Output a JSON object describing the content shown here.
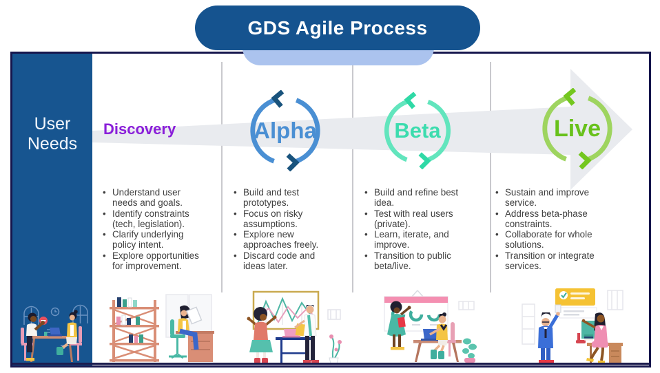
{
  "title": "GDS Agile Process",
  "sidebar": {
    "label": "User\nNeeds"
  },
  "phases": [
    {
      "name": "Discovery",
      "color": "#8a1fd9",
      "bullets": [
        "Understand user needs and goals.",
        "Identify constraints (tech, legislation).",
        "Clarify underlying policy intent.",
        "Explore opportunities for improvement."
      ]
    },
    {
      "name": "Alpha",
      "color": "#4a8fd3",
      "icon": "cycle-arrows-icon",
      "bullets": [
        "Build and test prototypes.",
        "Focus on risky assumptions.",
        "Explore new approaches freely.",
        "Discard code and ideas later."
      ]
    },
    {
      "name": "Beta",
      "color": "#3cdcae",
      "icon": "cycle-arrows-icon",
      "bullets": [
        "Build and refine best idea.",
        "Test with real users (private).",
        "Learn, iterate, and improve.",
        "Transition to public beta/live."
      ]
    },
    {
      "name": "Live",
      "color": "#68c11b",
      "icon": "cycle-arrows-icon",
      "bullets": [
        "Sustain and improve service.",
        "Address beta-phase constraints.",
        "Collaborate for whole solutions.",
        "Transition or integrate services."
      ]
    }
  ],
  "illustrations": [
    "team-discussion-at-table",
    "researcher-reading-at-desk",
    "pair-at-standing-desk-with-chart",
    "presentation-to-seated-colleague",
    "team-celebrating-launch"
  ],
  "colors": {
    "header_blue": "#15538f",
    "sidebar_blue": "#175590",
    "border_navy": "#16164d",
    "arrow_gray": "#e9ebef",
    "divider_gray": "#c9c9cd",
    "title_shadow_blue": "#abc3ee",
    "discovery_purple": "#8a1fd9",
    "alpha_blue": "#4a8fd3",
    "alpha_chevron": "#19537d",
    "beta_circle": "#62e5bd",
    "beta_chevron": "#2fd9a6",
    "live_circle": "#9ed45f",
    "live_green": "#68c11b"
  }
}
